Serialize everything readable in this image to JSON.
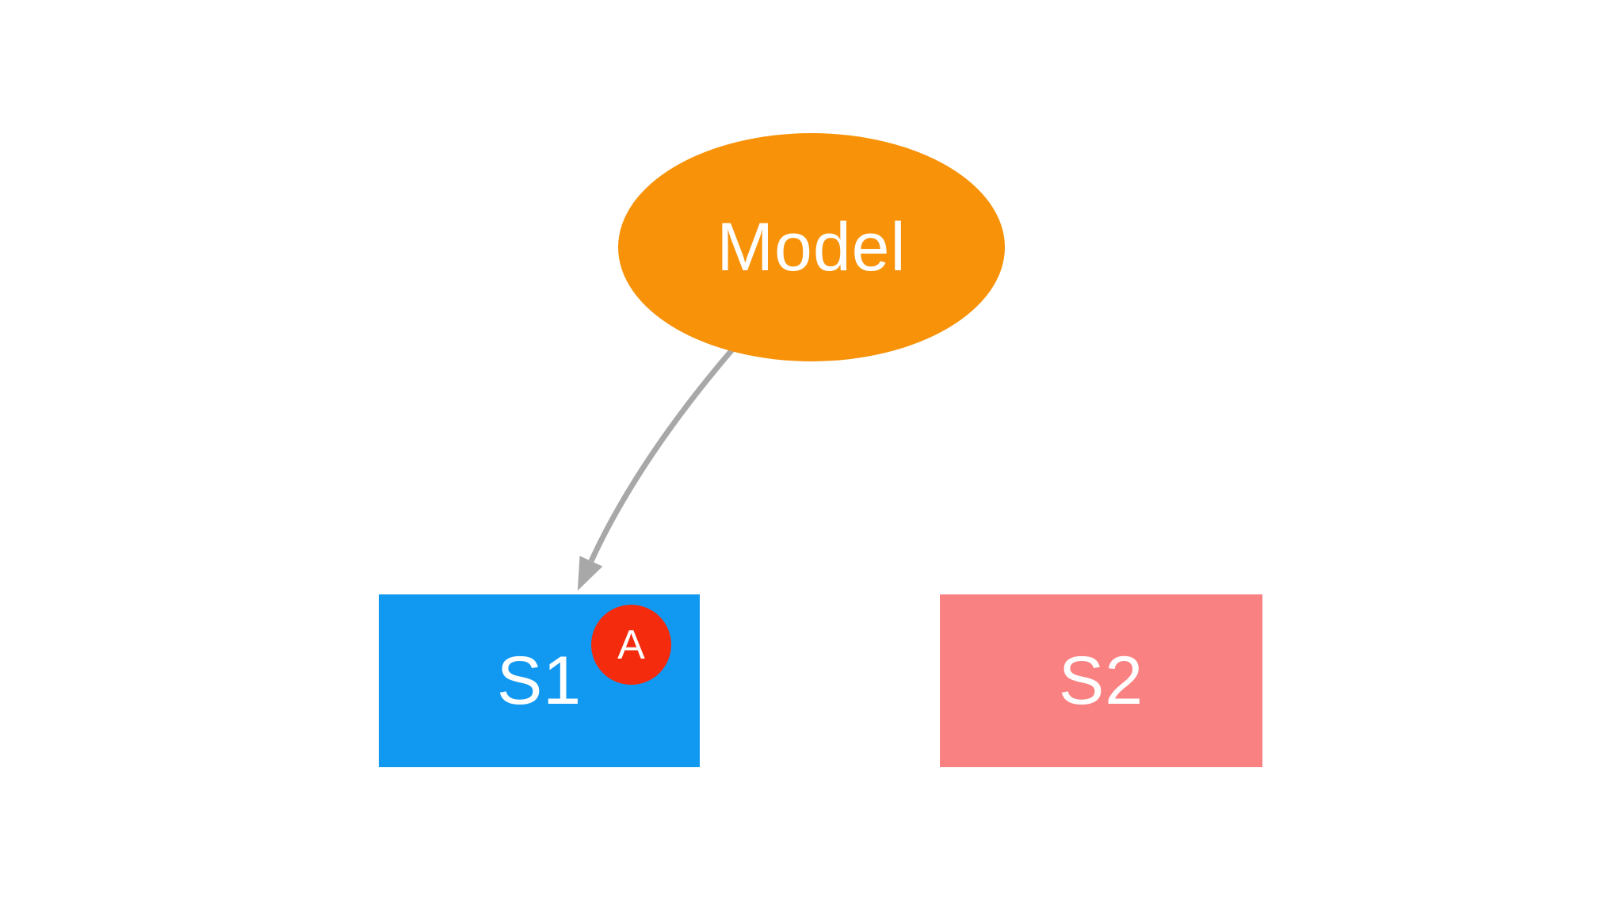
{
  "canvas": {
    "background": "#FFFFFF"
  },
  "diagram": {
    "model": {
      "label": "Model",
      "shape": "ellipse"
    },
    "s1": {
      "label": "S1",
      "shape": "rectangle",
      "badge_label": "A"
    },
    "s2": {
      "label": "S2",
      "shape": "rectangle"
    },
    "edge": {
      "from": "Model",
      "to": "S1",
      "style": "curved-arrow"
    }
  },
  "colors": {
    "model_fill": "#F79209",
    "s1_fill": "#1199F1",
    "s2_fill": "#FA8181",
    "badge_fill": "#F42B0D",
    "arrow": "#A8A8A8",
    "label_text": "#FFFFFF"
  }
}
